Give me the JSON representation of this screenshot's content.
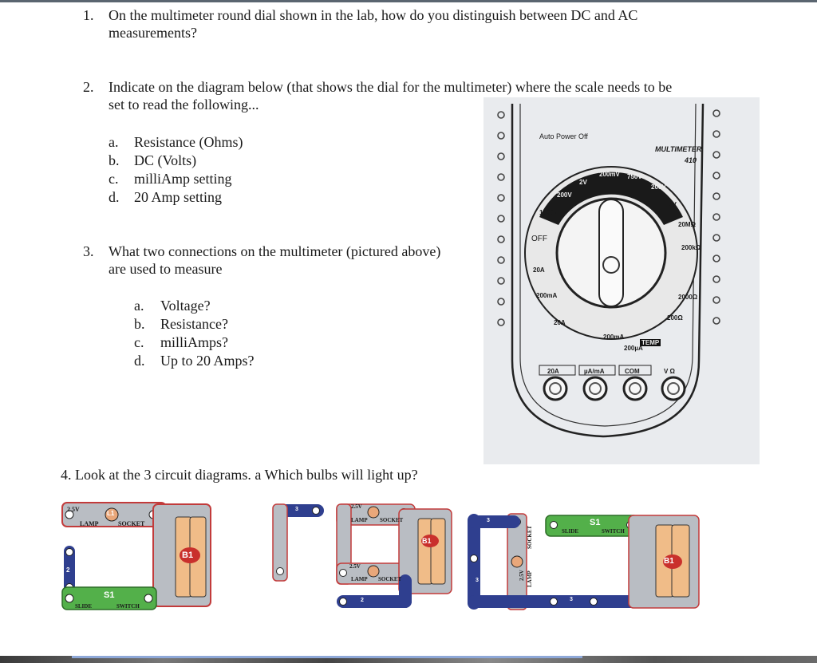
{
  "q1": {
    "num": "1.",
    "line1": "On the multimeter round dial shown in the lab, how do you distinguish between DC and AC",
    "line2": "measurements?"
  },
  "q2": {
    "num": "2.",
    "line1": "Indicate on the diagram below (that shows the dial for the multimeter) where the scale needs to be",
    "line2": "set to read the following...",
    "items": [
      {
        "letter": "a.",
        "text": "Resistance (Ohms)"
      },
      {
        "letter": "b.",
        "text": "DC (Volts)"
      },
      {
        "letter": "c.",
        "text": "milliAmp setting"
      },
      {
        "letter": "d.",
        "text": "20 Amp setting"
      }
    ]
  },
  "q3": {
    "num": "3.",
    "line1": "What two connections on the multimeter (pictured above)",
    "line2": "are used to measure",
    "items": [
      {
        "letter": "a.",
        "text": "Voltage?"
      },
      {
        "letter": "b.",
        "text": "Resistance?"
      },
      {
        "letter": "c.",
        "text": "milliAmps?"
      },
      {
        "letter": "d.",
        "text": "Up to 20 Amps?"
      }
    ]
  },
  "q4": {
    "text": "4. Look at the 3 circuit diagrams. a Which bulbs will light up?"
  },
  "multimeter": {
    "auto_power": "Auto Power Off",
    "brand": "MULTIMETER",
    "model": "410",
    "off": "OFF",
    "settings": [
      "1000V",
      "200V",
      "2V",
      "200mV",
      "750V",
      "200V",
      "2V",
      "20MΩ",
      "200kΩ",
      "2000Ω",
      "200Ω",
      "TEMP",
      "200µA",
      "200mA",
      "20A",
      "200mA",
      "20A"
    ],
    "jacks": [
      "20A",
      "µA/mA",
      "COM",
      "V Ω"
    ]
  },
  "circuits": {
    "lamp_voltage": "2.5V",
    "lamp": "LAMP",
    "socket": "SOCKET",
    "bulb": "L1",
    "switch": "S1",
    "slide": "SLIDE",
    "switch_word": "SWITCH",
    "battery": "B1",
    "wire_2": "2",
    "wire_3": "3"
  }
}
